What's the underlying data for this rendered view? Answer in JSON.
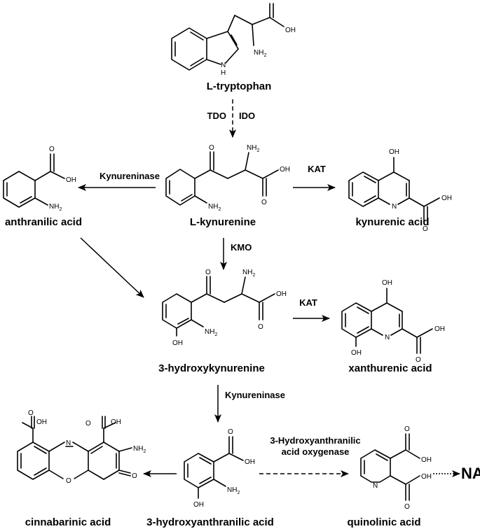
{
  "compounds": {
    "tryptophan": "L-tryptophan",
    "kynurenine": "L-kynurenine",
    "anthranilic": "anthranilic acid",
    "kynurenic": "kynurenic acid",
    "hydroxykynurenine": "3-hydroxykynurenine",
    "xanthurenic": "xanthurenic acid",
    "cinnabarinic": "cinnabarinic acid",
    "hydroxyanthranilic": "3-hydroxyanthranilic acid",
    "quinolinic": "quinolinic acid",
    "nad": "NAD"
  },
  "enzymes": {
    "tdo": "TDO",
    "ido": "IDO",
    "kynureninase_1": "Kynureninase",
    "kat_1": "KAT",
    "kmo": "KMO",
    "kat_2": "KAT",
    "kynureninase_2": "Kynureninase",
    "haao_line1": "3-Hydroxyanthranilic",
    "haao_line2": "acid oxygenase"
  },
  "atoms": {
    "oh": "OH",
    "nh2": "NH",
    "sub2": "2",
    "o": "O",
    "n": "N",
    "h": "H"
  }
}
